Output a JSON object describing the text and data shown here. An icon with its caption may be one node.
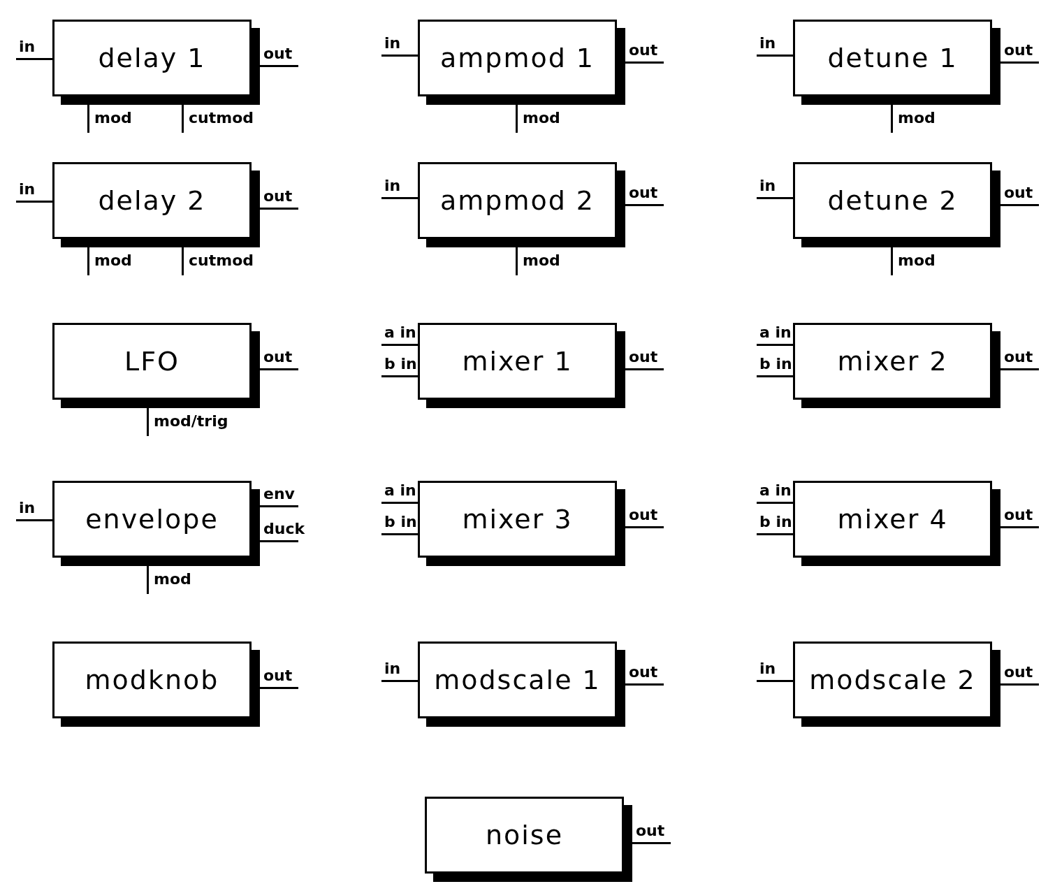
{
  "diagram": {
    "nodes": [
      {
        "text": [
          "delay 1"
        ],
        "beside": [
          "in",
          "out",
          "mod",
          "cutmod"
        ]
      },
      {
        "text": [
          "ampmod 1"
        ],
        "beside": [
          "in",
          "out",
          "mod"
        ]
      },
      {
        "text": [
          "detune 1"
        ],
        "beside": [
          "in",
          "out",
          "mod"
        ]
      },
      {
        "text": [
          "delay 2"
        ],
        "beside": [
          "in",
          "out",
          "mod",
          "cutmod"
        ]
      },
      {
        "text": [
          "ampmod 2"
        ],
        "beside": [
          "in",
          "out",
          "mod"
        ]
      },
      {
        "text": [
          "detune 2"
        ],
        "beside": [
          "in",
          "out",
          "mod"
        ]
      },
      {
        "text": [
          "LFO"
        ],
        "beside": [
          "out",
          "mod/trig"
        ]
      },
      {
        "text": [
          "mixer 1"
        ],
        "beside": [
          "a in",
          "b in",
          "out"
        ]
      },
      {
        "text": [
          "mixer 2"
        ],
        "beside": [
          "a in",
          "b in",
          "out"
        ]
      },
      {
        "text": [
          "envelope"
        ],
        "beside": [
          "in",
          "env",
          "duck",
          "mod"
        ]
      },
      {
        "text": [
          "mixer 3"
        ],
        "beside": [
          "a in",
          "b in",
          "out"
        ]
      },
      {
        "text": [
          "mixer 4"
        ],
        "beside": [
          "a in",
          "b in",
          "out"
        ]
      },
      {
        "text": [
          "modknob"
        ],
        "beside": [
          "out"
        ]
      },
      {
        "text": [
          "modscale 1"
        ],
        "beside": [
          "in",
          "out"
        ]
      },
      {
        "text": [
          "modscale 2"
        ],
        "beside": [
          "in",
          "out"
        ]
      },
      {
        "text": [
          "noise"
        ],
        "beside": [
          "out"
        ]
      }
    ]
  }
}
